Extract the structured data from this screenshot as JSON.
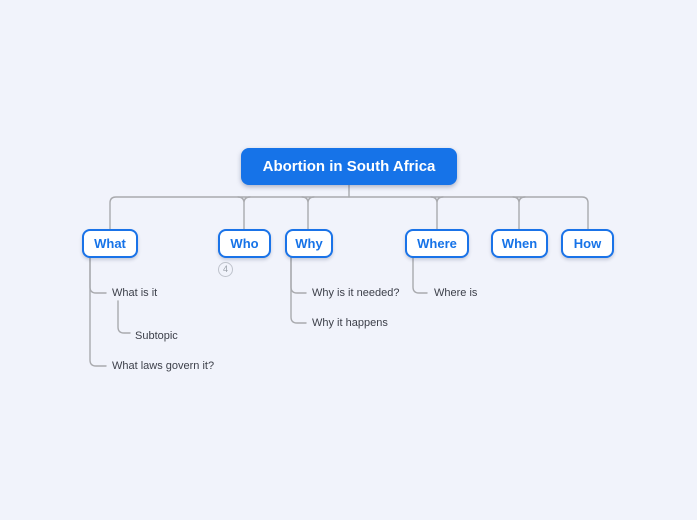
{
  "canvas": {
    "background_color": "#f1f3fb",
    "accent_color": "#1673e8",
    "connector_color": "#a9aaae",
    "subtopic_text_color": "#3c3f49"
  },
  "mindmap": {
    "root": {
      "label": "Abortion in South Africa"
    },
    "children": [
      {
        "label": "What",
        "subtopics": [
          {
            "label": "What is it",
            "children": [
              {
                "label": "Subtopic"
              }
            ]
          },
          {
            "label": "What laws govern it?"
          }
        ]
      },
      {
        "label": "Who",
        "collapsed_count": "4"
      },
      {
        "label": "Why",
        "subtopics": [
          {
            "label": "Why is it needed?"
          },
          {
            "label": "Why it happens"
          }
        ]
      },
      {
        "label": "Where",
        "subtopics": [
          {
            "label": "Where is"
          }
        ]
      },
      {
        "label": "When"
      },
      {
        "label": "How"
      }
    ]
  }
}
